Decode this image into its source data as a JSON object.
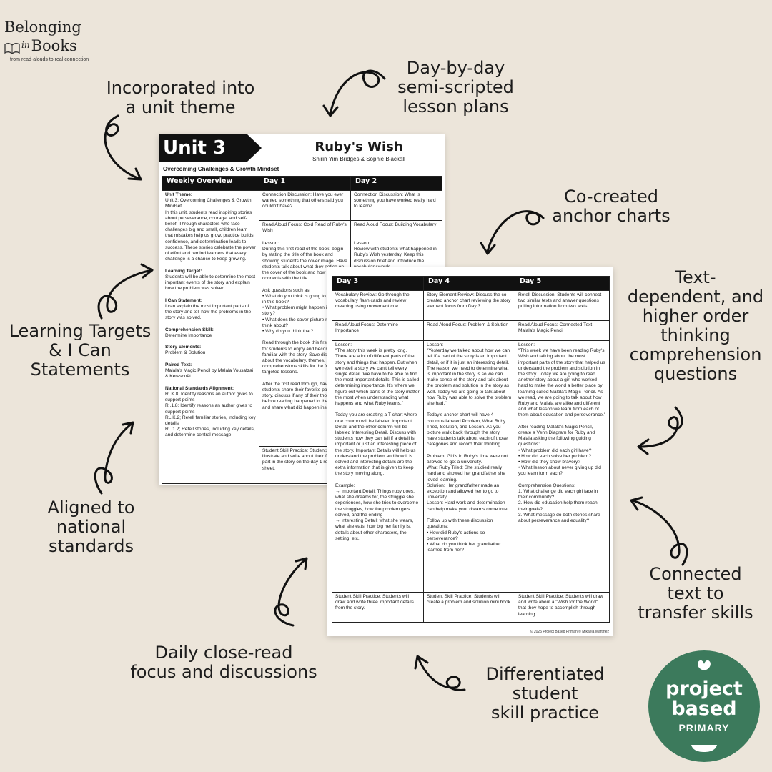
{
  "logo": {
    "line1": "Belonging",
    "line2_small": "in",
    "line2": "Books",
    "tagline": "from read-alouds to real connection"
  },
  "labels": {
    "unit_theme": [
      "Incorporated into",
      "a unit theme"
    ],
    "lesson_plans": [
      "Day-by-day",
      "semi-scripted",
      "lesson plans"
    ],
    "anchor_charts": [
      "Co-created",
      "anchor charts"
    ],
    "questions": [
      "Text-",
      "dependent, and",
      "higher order",
      "thinking",
      "comprehension",
      "questions"
    ],
    "targets": [
      "Learning Targets",
      "& I Can",
      "Statements"
    ],
    "standards": [
      "Aligned to",
      "national",
      "standards"
    ],
    "connected": [
      "Connected",
      "text to",
      "transfer skills"
    ],
    "close_read": [
      "Daily close-read",
      "focus and discussions"
    ],
    "skill_practice": [
      "Differentiated",
      "student",
      "skill practice"
    ]
  },
  "doc1": {
    "unit": "Unit 3",
    "title": "Ruby's Wish",
    "authors": "Shirin Yim Bridges & Sophie Blackall",
    "theme": "Overcoming Challenges & Growth Mindset",
    "headers": [
      "Weekly Overview",
      "Day 1",
      "Day 2"
    ],
    "overview": {
      "unit_theme_h": "Unit Theme:",
      "unit_theme": "Unit 3: Overcoming Challenges & Growth Mindset\nIn this unit, students read inspiring stories about perseverance, courage, and self-belief. Through characters who face challenges big and small, children learn that mistakes help us grow, practice builds confidence, and determination leads to success. These stories celebrate the power of effort and remind learners that every challenge is a chance to keep growing.",
      "target_h": "Learning Target:",
      "target": "Students will be able to determine the most important events of the story and explain how the problem was solved.",
      "ican_h": "I Can Statement:",
      "ican": "I can explain the most important parts of the story and tell how the problems in the story was solved.",
      "skill_h": "Comprehension Skill:",
      "skill": "Determine Importance",
      "elements_h": "Story Elements:",
      "elements": "Problem & Solution",
      "paired_h": "Paired Text:",
      "paired": "Malala's Magic Pencil by Malala Yousafzai & Kerascoët",
      "standards_h": "National Standards Alignment:",
      "standards": "RI.K.8; Identify reasons an author gives to support points\nRI.1.8; Identify reasons an author gives to support points\nRL.K.2; Retell familiar stories, including key details\nRL.1.2; Retell stories, including key details, and determine central message"
    },
    "day1": {
      "discussion": "Connection Discussion: Have you ever wanted something that others said you couldn't have?",
      "focus": "Read Aloud Focus: Cold Read of Ruby's Wish",
      "lesson": "Lesson:\nDuring this first read of the book, begin by stating the title of the book and showing students the cover image. Have students talk about what they notice on the cover of the book and how it connects with the title.\n\nAsk questions such as:\n•  What do you think is going to happen in this book?\n•  What problem might happen in the story?\n•  What does the cover picture make you think about?\n•  Why do you think that?\n\nRead through the book this first time just for students to enjoy and become familiar with the story. Save discussions about the vocabulary, themes, and comprehensions skills for the following targeted lessons.\n\nAfter the first read through, have students share their favorite part of the story, discuss if any of their thoughts before reading happened in the story, and share what did happen instead, etc.",
      "practice": "Student Skill Practice: Students will illustrate and write about their favorite part in the story on the day 1 recording sheet."
    },
    "day2": {
      "discussion": "Connection Discussion: What is something you have worked really hard to learn?",
      "focus": "Read Aloud Focus: Building Vocabulary",
      "lesson": "Lesson:\nReview with students what happened in Ruby's Wish yesterday. Keep this discussion brief and introduce the vocabulary words."
    }
  },
  "doc2": {
    "headers": [
      "Day 3",
      "Day 4",
      "Day 5"
    ],
    "review": [
      "Vocabulary Review: Go through the vocabulary flash cards and review meaning using movement cue.",
      "Story Element Review: Discuss the co-created anchor chart reviewing the story element focus from Day 3.",
      "Retell Discussion: Students will connect two similar texts and answer questions pulling information from two texts."
    ],
    "focus": [
      "Read Aloud Focus: Determine Importance",
      "Read Aloud Focus: Problem & Solution",
      "Read Aloud Focus: Connected Text Malala's Magic Pencil"
    ],
    "lesson": [
      "Lesson:\n\"The story this week is pretty long. There are a lot of different parts of the story and things that happen. But when we retell a story we can't tell every single detail. We have to be able to find the most important details. This is called determining importance. It's where we figure out which parts of the story matter the most when understanding what happens and what Ruby learns.\"\n\nToday you are creating a T-chart where one column will be labeled Important Detail and the other column will be labeled Interesting Detail. Discuss with students how they can tell if a detail is important or just an interesting piece of the story. Important Details will help us understand the problem and how it is solved and interesting details are the extra information that is given to keep the story moving along.\n\nExample:\n→ Important Detail: Things ruby does, what she dreams for, the struggle she experiences, how she tries to overcome the struggles, how the problem gets solved, and the ending\n→ Interesting Detail: what she wears, what she eats, how big her family is, details about other characters, the setting, etc.",
      "Lesson:\n\"Yesterday we talked about how we can tell if a part of the story is an important detail, or if it is just an interesting detail. The reason we need to determine what is important in the story is so we can make sense of the story and talk about the problem and solution in the story as well. Today we are going to talk about how Ruby was able to solve the problem she had.\"\n\nToday's anchor chart will have 4 columns labeled Problem, What Ruby Tried, Solution, and Lesson. As you picture walk back through the story, have students talk about each of those categories and record their thinking.\n\nProblem: Girl's in Ruby's time were not allowed to got a university.\nWhat Ruby Tried: She studied really hard and showed her grandfather she loved learning.\nSolution: Her grandfather made an exception and allowed her to go to university.\nLesson: Hard work and determination can help make your dreams come true.\n\nFollow up with these discussion questions:\n•  How did Ruby's actions so perseverance?\n•  What do you think her grandfather learned from her?",
      "Lesson:\n\"This week we have been reading Ruby's Wish and talking about the most important parts of the story that helped us understand the problem and solution in the story. Today we are going to read another story about a girl who worked hard to make the world a better place by learning called Malala's Magic Pencil. As we read, we are going to talk about how Ruby and Malala are alike and different and what lesson we learn from each of them about education and perseverance.\"\n\nAfter reading Malala's Magic Pencil, create a Venn Diagram for Ruby and Malala asking the following guiding questions:\n•  What problem did each girl have?\n•  How did each solve her problem?\n•  How did they show bravery?\n•  What lesson about never giving up did you learn form each?\n\nComprehension Questions:\n1.  What challenge did each girl face in their community?\n2.  How did education help them reach their goals?\n3.  What message do both stories share about perseverance and equality?"
    ],
    "practice": [
      "Student Skill Practice: Students will draw and write three important details from the story.",
      "Student Skill Practice: Students will create a problem and solution mini book.",
      "Student Skill Practice: Students will draw and write about a \"Wish for the World\" that they hope to accomplish through learning."
    ],
    "copyright": "© 2025 Project Based Primary® Mikaela Martinez"
  },
  "brand": {
    "line1": "project",
    "line2": "based",
    "line3": "PRIMARY",
    "color": "#3c7a5c"
  }
}
